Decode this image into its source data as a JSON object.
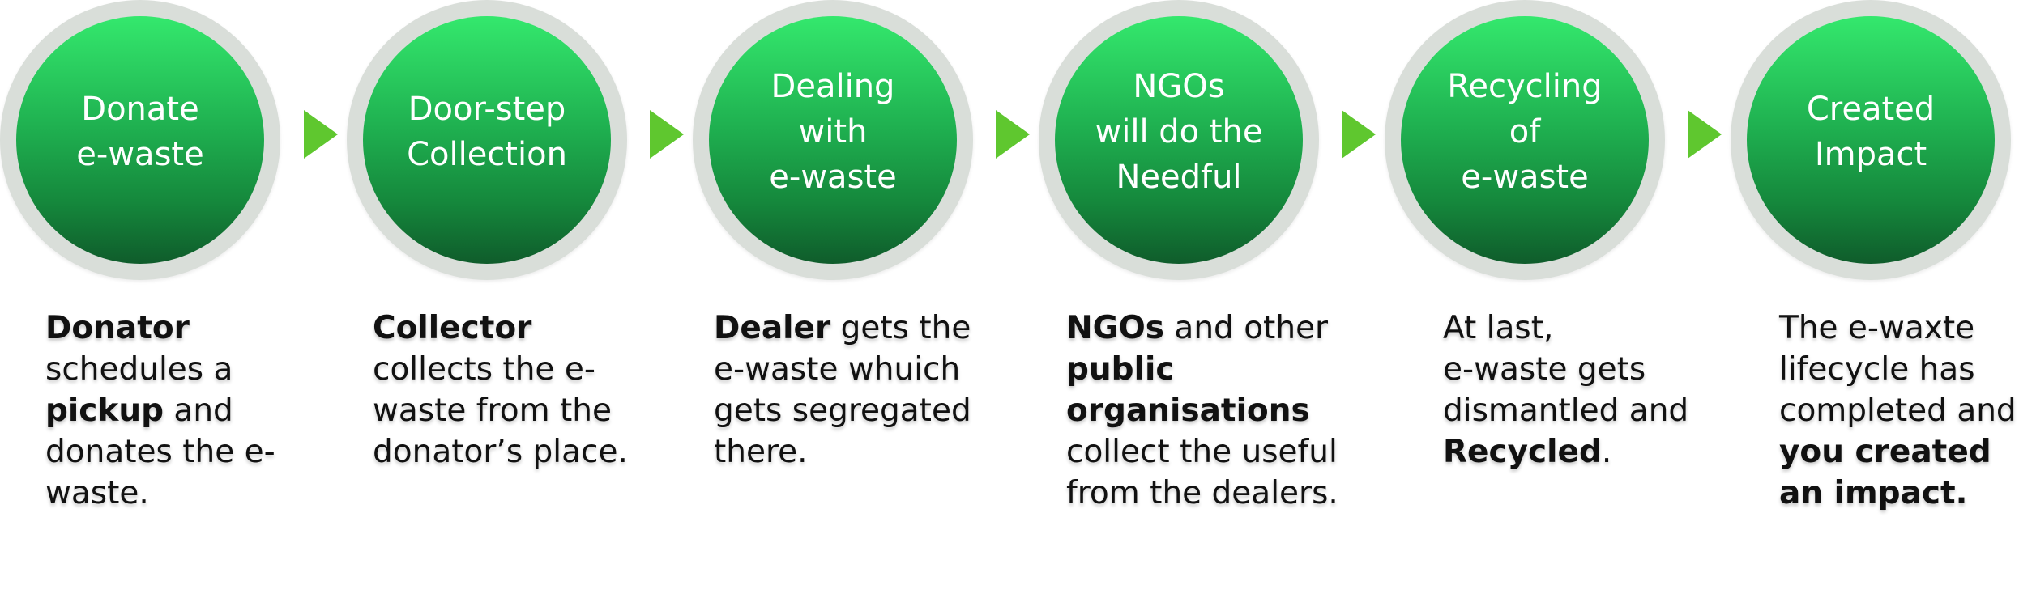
{
  "steps": [
    {
      "title": "Donate\ne-waste",
      "desc": [
        {
          "text": "Donator",
          "bold": true,
          "br": true
        },
        {
          "text": "schedules a ",
          "bold": false
        },
        {
          "text": "pickup",
          "bold": true
        },
        {
          "text": " and donates the e-waste.",
          "bold": false
        }
      ]
    },
    {
      "title": "Door-step\nCollection",
      "desc": [
        {
          "text": "Collector",
          "bold": true,
          "br": true
        },
        {
          "text": "collects the e-waste from the donator’s place.",
          "bold": false
        }
      ]
    },
    {
      "title": "Dealing\nwith\ne-waste",
      "desc": [
        {
          "text": "Dealer",
          "bold": true
        },
        {
          "text": " gets the e-waste whuich gets segregated there.",
          "bold": false
        }
      ]
    },
    {
      "title": "NGOs\nwill do the\nNeedful",
      "desc": [
        {
          "text": "NGOs",
          "bold": true
        },
        {
          "text": " and other ",
          "bold": false
        },
        {
          "text": "public organisations",
          "bold": true
        },
        {
          "text": " collect the useful from the dealers.",
          "bold": false
        }
      ]
    },
    {
      "title": "Recycling\nof\ne-waste",
      "desc": [
        {
          "text": "At last,",
          "bold": false,
          "br": true
        },
        {
          "text": "e-waste gets dismantled and ",
          "bold": false
        },
        {
          "text": "Recycled",
          "bold": true
        },
        {
          "text": ".",
          "bold": false
        }
      ]
    },
    {
      "title": "Created\nImpact",
      "desc": [
        {
          "text": "The e-waxte lifecycle has completed and ",
          "bold": false
        },
        {
          "text": "you created an impact.",
          "bold": true
        }
      ]
    }
  ]
}
